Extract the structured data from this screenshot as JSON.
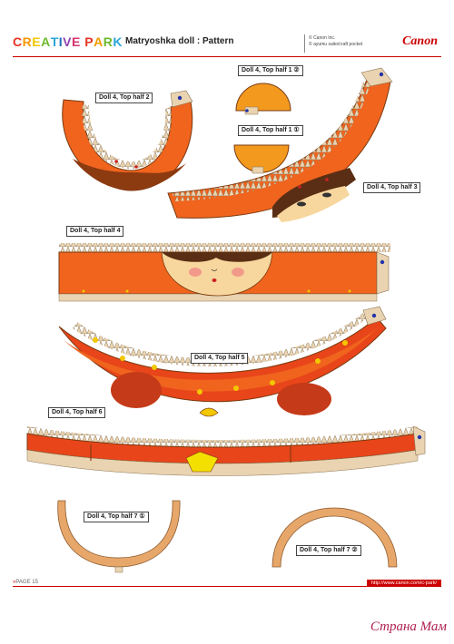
{
  "header": {
    "logo_letters": [
      "C",
      "R",
      "E",
      "A",
      "T",
      "I",
      "V",
      "E",
      " ",
      "P",
      "A",
      "R",
      "K"
    ],
    "logo_colors": [
      "#e63322",
      "#f39800",
      "#f3c800",
      "#6cb92d",
      "#2aa5d9",
      "#1d6fb8",
      "#8e44ad",
      "#d6336c",
      "#ffffff",
      "#e63322",
      "#f39800",
      "#6cb92d",
      "#2aa5d9"
    ],
    "title": "Matryoshka doll : Pattern",
    "credits_line1": "© Canon Inc.",
    "credits_line2": "© ayumu saito/craft pocket",
    "brand": "Canon"
  },
  "pieces": [
    {
      "id": "top-half-2",
      "label": "Doll 4, Top half 2"
    },
    {
      "id": "top-half-1-2",
      "label": "Doll 4, Top half 1 ②"
    },
    {
      "id": "top-half-1-1",
      "label": "Doll 4, Top half 1 ①"
    },
    {
      "id": "top-half-3",
      "label": "Doll 4, Top half 3"
    },
    {
      "id": "top-half-4",
      "label": "Doll 4, Top half 4"
    },
    {
      "id": "top-half-5",
      "label": "Doll 4, Top half 5"
    },
    {
      "id": "top-half-6",
      "label": "Doll 4, Top half 6"
    },
    {
      "id": "top-half-7-1",
      "label": "Doll 4, Top half 7 ①"
    },
    {
      "id": "top-half-7-2",
      "label": "Doll 4, Top half 7 ②"
    }
  ],
  "footer": {
    "page": "PAGE 15",
    "url": "http://www.canon.com/c-park/"
  },
  "watermark": "Страна Мам",
  "colors": {
    "orange": "#f0641e",
    "dark_orange": "#d94a10",
    "tab": "#e9d3b0",
    "tan": "#e8a76a",
    "red": "#cc0000"
  }
}
